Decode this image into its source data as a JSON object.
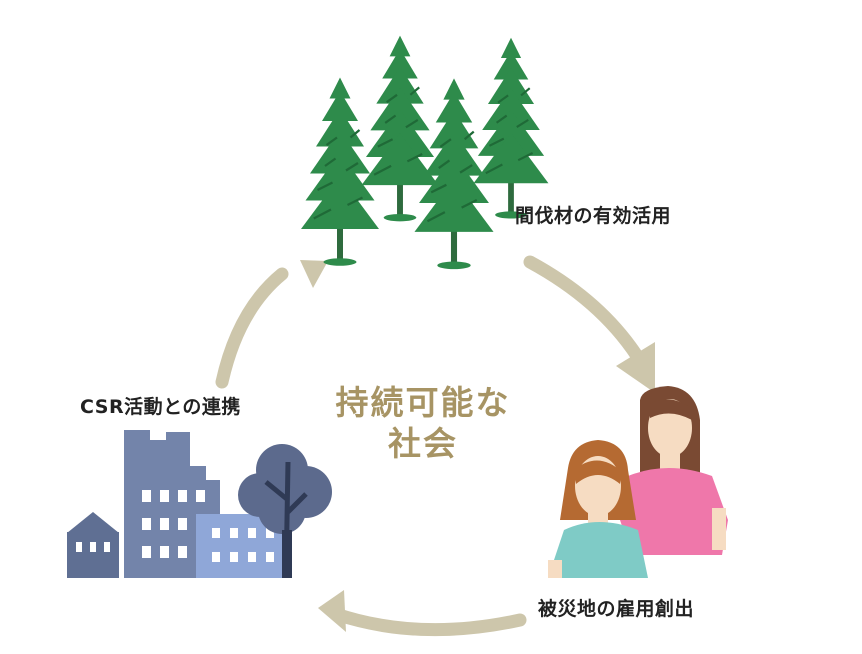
{
  "colors": {
    "arrow": "#cdc6ab",
    "center_text": "#a79464",
    "tree": "#2e8b4b",
    "building_dark": "#5f6f93",
    "building_mid": "#7384aa",
    "building_light": "#8fa7d8",
    "tree_crown": "#5c6a8d",
    "woman_front_shirt": "#7fcbc6",
    "woman_back_shirt": "#ef77aa"
  },
  "icons": [
    "forest-icon",
    "people-icon",
    "city-icon",
    "cycle-arrow-icon"
  ],
  "labels": {
    "forest": "間伐材の有効活用",
    "people": "被災地の雇用創出",
    "city": "CSR活動との連携"
  },
  "center": {
    "line1": "持続可能な",
    "line2": "社会"
  }
}
